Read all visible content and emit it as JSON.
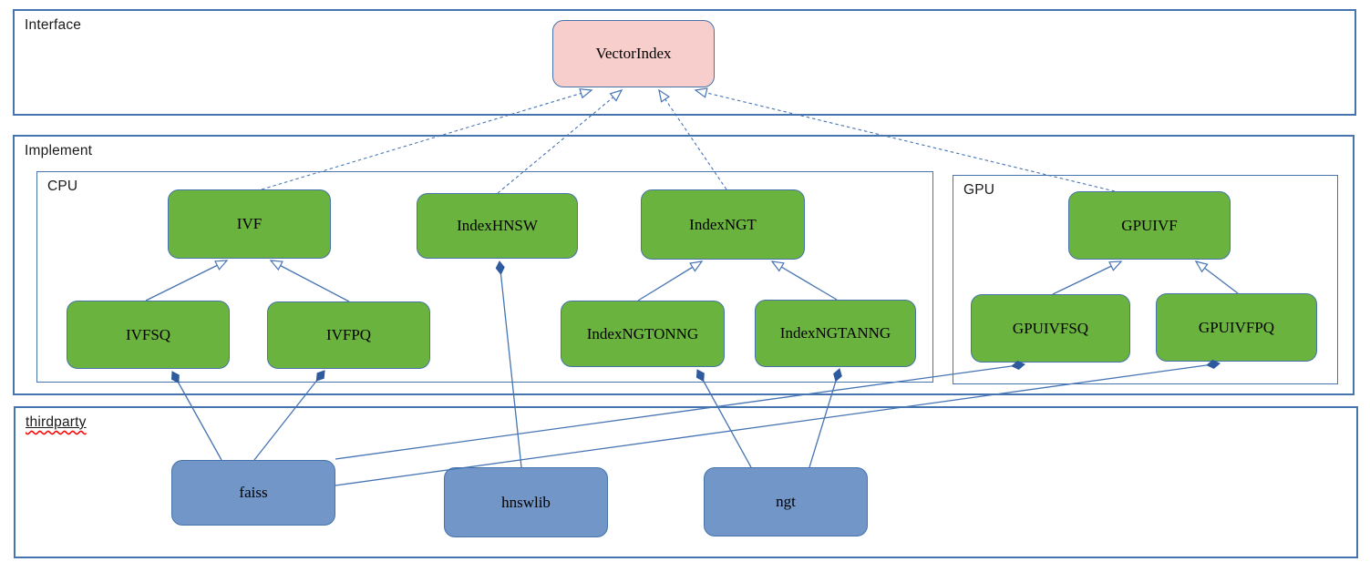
{
  "sections": {
    "interface": "Interface",
    "implement": "Implement",
    "cpu": "CPU",
    "gpu": "GPU",
    "thirdparty": "thirdparty"
  },
  "nodes": {
    "vectorindex": "VectorIndex",
    "ivf": "IVF",
    "indexhnsw": "IndexHNSW",
    "indexngt": "IndexNGT",
    "gpuivf": "GPUIVF",
    "ivfsq": "IVFSQ",
    "ivfpq": "IVFPQ",
    "indexngtonng": "IndexNGTONNG",
    "indexngtanng": "IndexNGTANNG",
    "gpuivfsq": "GPUIVFSQ",
    "gpuivfpq": "GPUIVFPQ",
    "faiss": "faiss",
    "hnswlib": "hnswlib",
    "ngt": "ngt"
  },
  "relations": {
    "realizes_dashed_hollow_arrow": [
      {
        "from": "IVF",
        "to": "VectorIndex"
      },
      {
        "from": "IndexHNSW",
        "to": "VectorIndex"
      },
      {
        "from": "IndexNGT",
        "to": "VectorIndex"
      },
      {
        "from": "GPUIVF",
        "to": "VectorIndex"
      }
    ],
    "inherits_solid_hollow_arrow": [
      {
        "from": "IVFSQ",
        "to": "IVF"
      },
      {
        "from": "IVFPQ",
        "to": "IVF"
      },
      {
        "from": "IndexNGTONNG",
        "to": "IndexNGT"
      },
      {
        "from": "IndexNGTANNG",
        "to": "IndexNGT"
      },
      {
        "from": "GPUIVFSQ",
        "to": "GPUIVF"
      },
      {
        "from": "GPUIVFPQ",
        "to": "GPUIVF"
      }
    ],
    "composes_filled_diamond": [
      {
        "from": "faiss",
        "to": "IVFSQ"
      },
      {
        "from": "faiss",
        "to": "IVFPQ"
      },
      {
        "from": "faiss",
        "to": "GPUIVFSQ"
      },
      {
        "from": "faiss",
        "to": "GPUIVFPQ"
      },
      {
        "from": "hnswlib",
        "to": "IndexHNSW"
      },
      {
        "from": "ngt",
        "to": "IndexNGTONNG"
      },
      {
        "from": "ngt",
        "to": "IndexNGTANNG"
      }
    ]
  },
  "colors": {
    "interface_node_fill": "#f8cecc",
    "implement_node_fill": "#6ab33e",
    "thirdparty_node_fill": "#7296c8",
    "node_border": "#4673a9",
    "container_border": "#4674ae",
    "edge_line": "#4674b4",
    "diamond_fill": "#2e5b9e",
    "spellcheck_squiggle": "#ff0000"
  }
}
